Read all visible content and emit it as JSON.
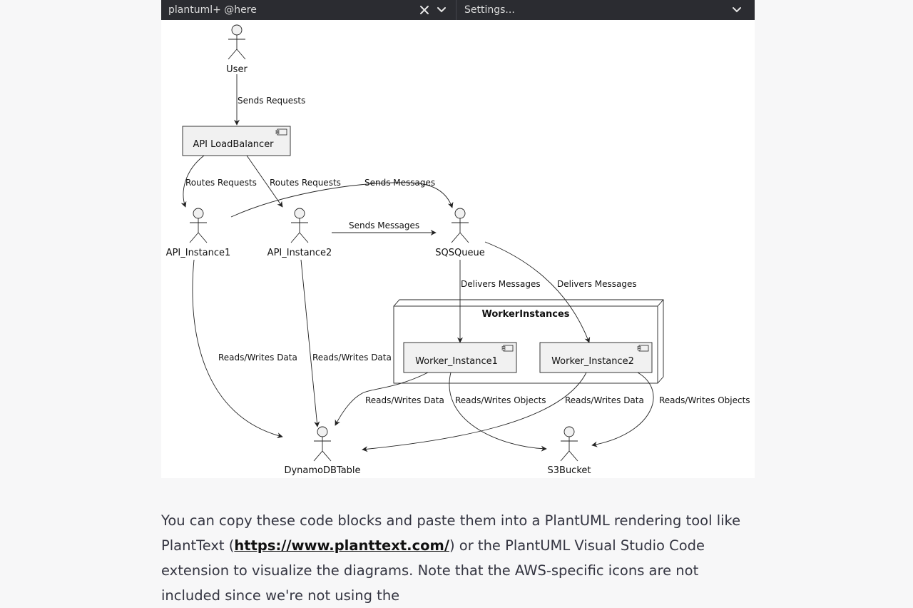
{
  "toolbar": {
    "left_text": "plantuml+ @here",
    "right_text": "Settings..."
  },
  "icons": {
    "clear": "close-icon",
    "dropdown": "chevron-down-icon",
    "settings_dropdown": "chevron-down-icon"
  },
  "diagram": {
    "nodes": {
      "user": "User",
      "load_balancer": "API LoadBalancer",
      "api1": "API_Instance1",
      "api2": "API_Instance2",
      "sqs": "SQSQueue",
      "group": "WorkerInstances",
      "worker1": "Worker_Instance1",
      "worker2": "Worker_Instance2",
      "dynamo": "DynamoDBTable",
      "s3": "S3Bucket"
    },
    "edges": {
      "user_lb": "Sends Requests",
      "lb_api1": "Routes Requests",
      "lb_api2": "Routes Requests",
      "api1_sqs": "Sends Messages",
      "api2_sqs": "Sends Messages",
      "sqs_w1": "Delivers Messages",
      "sqs_w2": "Delivers Messages",
      "api1_db": "Reads/Writes Data",
      "api2_db": "Reads/Writes Data",
      "w1_db": "Reads/Writes Data",
      "w1_s3": "Reads/Writes Objects",
      "w2_db": "Reads/Writes Data",
      "w2_s3": "Reads/Writes Objects"
    }
  },
  "paragraph": {
    "part1": "You can copy these code blocks and paste them into a PlantUML rendering tool like PlantText (",
    "link": "https://www.planttext.com/",
    "part2": ") or the PlantUML Visual Studio Code extension to visualize the diagrams. Note that the AWS-specific icons are not included since we're not using the"
  }
}
